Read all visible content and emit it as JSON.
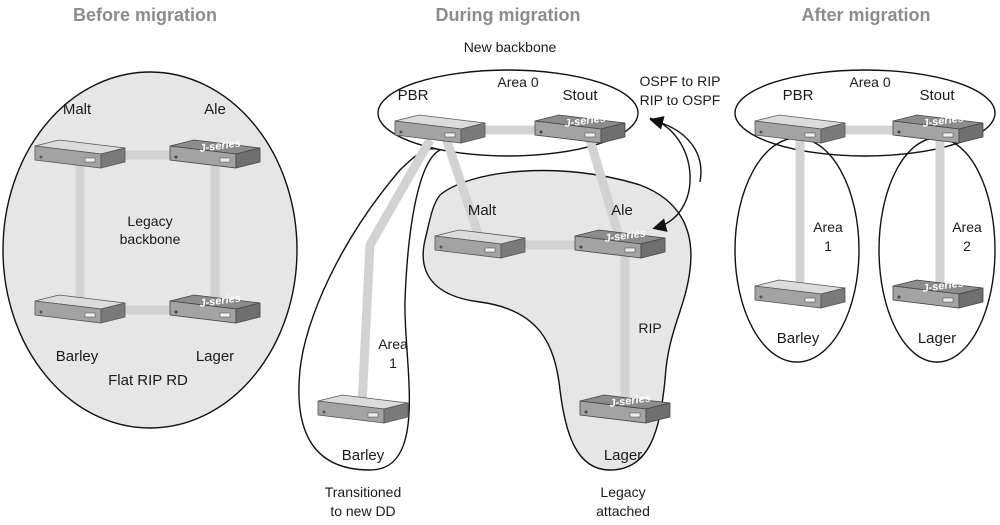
{
  "panels": {
    "before": {
      "title": "Before migration",
      "routers": {
        "malt": "Malt",
        "ale": "Ale",
        "barley": "Barley",
        "lager": "Lager"
      },
      "center_label_1": "Legacy",
      "center_label_2": "backbone",
      "footer": "Flat RIP RD"
    },
    "during": {
      "title": "During migration",
      "new_backbone": "New backbone",
      "area0": "Area 0",
      "routers": {
        "pbr": "PBR",
        "stout": "Stout",
        "malt": "Malt",
        "ale": "Ale",
        "barley": "Barley",
        "lager": "Lager"
      },
      "redistribution_1": "OSPF to RIP",
      "redistribution_2": "RIP to OSPF",
      "rip": "RIP",
      "area1_line1": "Area",
      "area1_line2": "1",
      "note_left_1": "Transitioned",
      "note_left_2": "to new DD",
      "note_right_1": "Legacy",
      "note_right_2": "attached"
    },
    "after": {
      "title": "After migration",
      "area0": "Area 0",
      "routers": {
        "pbr": "PBR",
        "stout": "Stout",
        "barley": "Barley",
        "lager": "Lager"
      },
      "area1_line1": "Area",
      "area1_line2": "1",
      "area2_line1": "Area",
      "area2_line2": "2"
    }
  },
  "device_badge": "J-series",
  "colors": {
    "link": "#d2d2d2",
    "title": "#8c8c8c",
    "router_top": "#d9d9d9",
    "router_front": "#9a9a9a",
    "jseries_top": "#8a8a8a"
  }
}
